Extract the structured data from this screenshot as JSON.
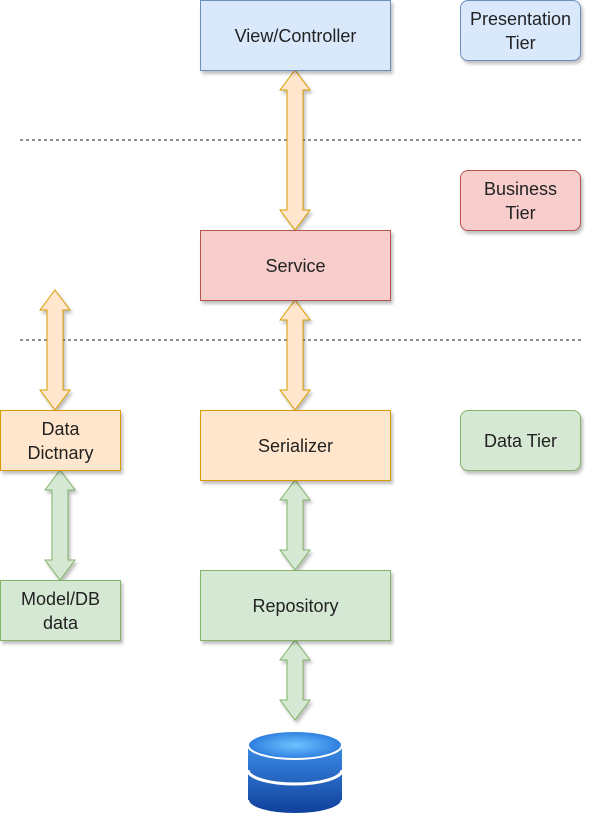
{
  "boxes": {
    "view_controller": "View/Controller",
    "service": "Service",
    "serializer": "Serializer",
    "repository": "Repository",
    "data_dictionary": "Data\nDictnary",
    "model_db": "Model/DB\ndata"
  },
  "tiers": {
    "presentation": "Presentation\nTier",
    "business": "Business\nTier",
    "data": "Data Tier"
  },
  "icons": {
    "database": "database-icon",
    "arrow": "double-arrow-icon"
  },
  "colors": {
    "presentation_fill": "#dae8fc",
    "presentation_stroke": "#6c8ebf",
    "business_fill": "#f8cecc",
    "business_stroke": "#b85450",
    "serializer_fill": "#ffe6cc",
    "serializer_stroke": "#d79b00",
    "data_fill": "#d5e8d4",
    "data_stroke": "#82b366",
    "database_blue": "#1a55b8"
  }
}
